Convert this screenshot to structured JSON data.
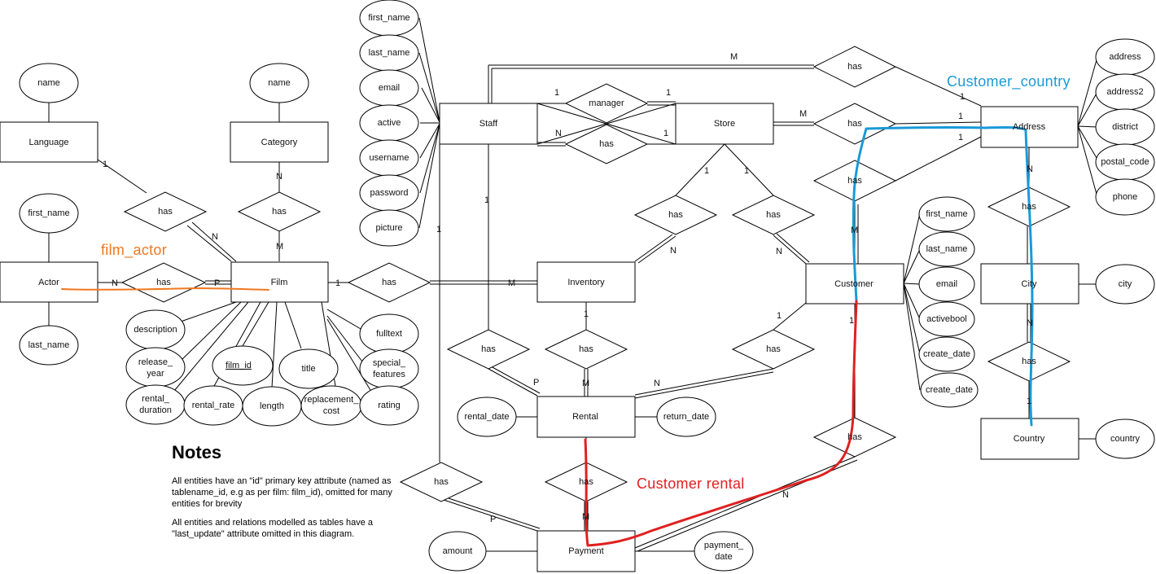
{
  "entities": [
    {
      "id": "language",
      "label": "Language"
    },
    {
      "id": "category",
      "label": "Category"
    },
    {
      "id": "actor",
      "label": "Actor"
    },
    {
      "id": "film",
      "label": "Film"
    },
    {
      "id": "staff",
      "label": "Staff"
    },
    {
      "id": "store",
      "label": "Store"
    },
    {
      "id": "address",
      "label": "Address"
    },
    {
      "id": "inventory",
      "label": "Inventory"
    },
    {
      "id": "customer",
      "label": "Customer"
    },
    {
      "id": "city",
      "label": "City"
    },
    {
      "id": "rental",
      "label": "Rental"
    },
    {
      "id": "country",
      "label": "Country"
    },
    {
      "id": "payment",
      "label": "Payment"
    }
  ],
  "attributes": {
    "language": [
      "name"
    ],
    "category": [
      "name"
    ],
    "actor": [
      "first_name",
      "last_name"
    ],
    "film": [
      "description",
      "release_ year",
      "rental_ duration",
      "rental_rate",
      "film_id",
      "length",
      "title",
      "replacement_ cost",
      "fulltext",
      "special_ features",
      "rating"
    ],
    "staff": [
      "first_name",
      "last_name",
      "email",
      "active",
      "username",
      "password",
      "picture"
    ],
    "address": [
      "address",
      "address2",
      "district",
      "postal_code",
      "phone"
    ],
    "customer": [
      "first_name",
      "last_name",
      "email",
      "activebool",
      "create_date",
      "create_date"
    ],
    "city": [
      "city"
    ],
    "country": [
      "country"
    ],
    "rental": [
      "rental_date",
      "return_date"
    ],
    "payment": [
      "amount",
      "payment_ date"
    ]
  },
  "primary_key_attribute": "film_id",
  "relationships": {
    "film_language": "has",
    "film_category": "has",
    "film_actor": "has",
    "film_inventory": "has",
    "staff_address": "has",
    "store_manager": "manager",
    "staff_store": "has",
    "store_address": "has",
    "customer_address": "has",
    "store_inventory": "has",
    "store_customer": "has",
    "staff_rental": "has",
    "inventory_rental": "has",
    "customer_rental": "has",
    "address_city": "has",
    "city_country": "has",
    "staff_payment": "has",
    "rental_payment": "has",
    "customer_payment": "has"
  },
  "cardinalities": {
    "language_1": "1",
    "film_language_n": "N",
    "category_n": "N",
    "film_category_m": "M",
    "actor_n": "N",
    "film_actor_p": "P",
    "film_1": "1",
    "inventory_m": "M",
    "staff_address_m": "M",
    "address_staff_1": "1",
    "staff_manager_1": "1",
    "store_manager_1": "1",
    "staff_works_n": "N",
    "store_works_1": "1",
    "store_address_m": "M",
    "address_store_1": "1",
    "address_customer_1": "1",
    "customer_address_m": "M",
    "store_inv_1": "1",
    "inventory_store_n": "N",
    "store_cust_1": "1",
    "customer_store_n": "N",
    "staff_rental_1": "1",
    "rental_staff_p": "P",
    "inventory_rental_1": "1",
    "rental_inventory_m": "M",
    "customer_rental_1": "1",
    "rental_customer_n": "N",
    "address_city_n": "N",
    "city_country_n": "N",
    "country_1": "1",
    "staff_payment_1": "1",
    "payment_staff_p": "P",
    "payment_rental_m": "M",
    "customer_payment_1": "1",
    "payment_customer_n": "N"
  },
  "annotations": {
    "film_actor": {
      "text": "film_actor",
      "color": "#f07820"
    },
    "customer_country": {
      "text": "Customer_country",
      "color": "#1a9ad8"
    },
    "customer_rental": {
      "text": "Customer  rental",
      "color": "#e02020"
    }
  },
  "notes": {
    "heading": "Notes",
    "line1": "All entities have an \"id\" primary key attribute (named as tablename_id, e.g as per film: film_id), omitted for many entities for brevity",
    "line2": "All entities and relations modelled as tables have a \"last_update\" attribute omitted in this diagram."
  }
}
